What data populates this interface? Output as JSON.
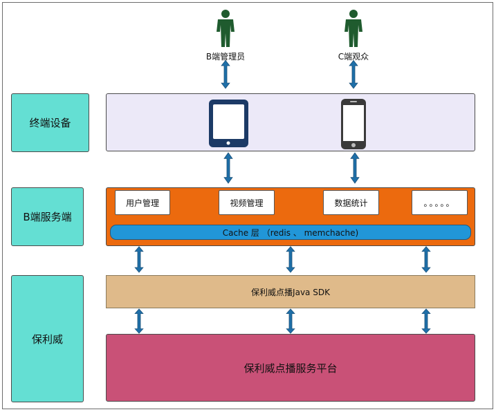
{
  "actors": [
    {
      "label": "B端管理员"
    },
    {
      "label": "C端观众"
    }
  ],
  "layers": {
    "terminal": {
      "label": "终端设备"
    },
    "b_service": {
      "label": "B端服务端",
      "modules": [
        "用户管理",
        "视频管理",
        "数据统计",
        "。。。。。"
      ],
      "cache": "Cache 层 （redis 、 memchache)"
    },
    "polyv": {
      "label": "保利威",
      "sdk": "保利威点播Java SDK",
      "platform": "保利威点播服务平台"
    }
  },
  "colors": {
    "side_label": "#64dfd3",
    "terminal_bg": "#ece9f8",
    "b_service_bg": "#ec6a0e",
    "cache_bg": "#2196d8",
    "sdk_bg": "#dfba8a",
    "platform_bg": "#c95177",
    "person": "#1f5b2e",
    "arrow": "#1e6fa8",
    "device": "#1c3a66"
  },
  "icons": [
    "person-icon",
    "tablet-icon",
    "smartphone-icon",
    "double-arrow-icon"
  ]
}
